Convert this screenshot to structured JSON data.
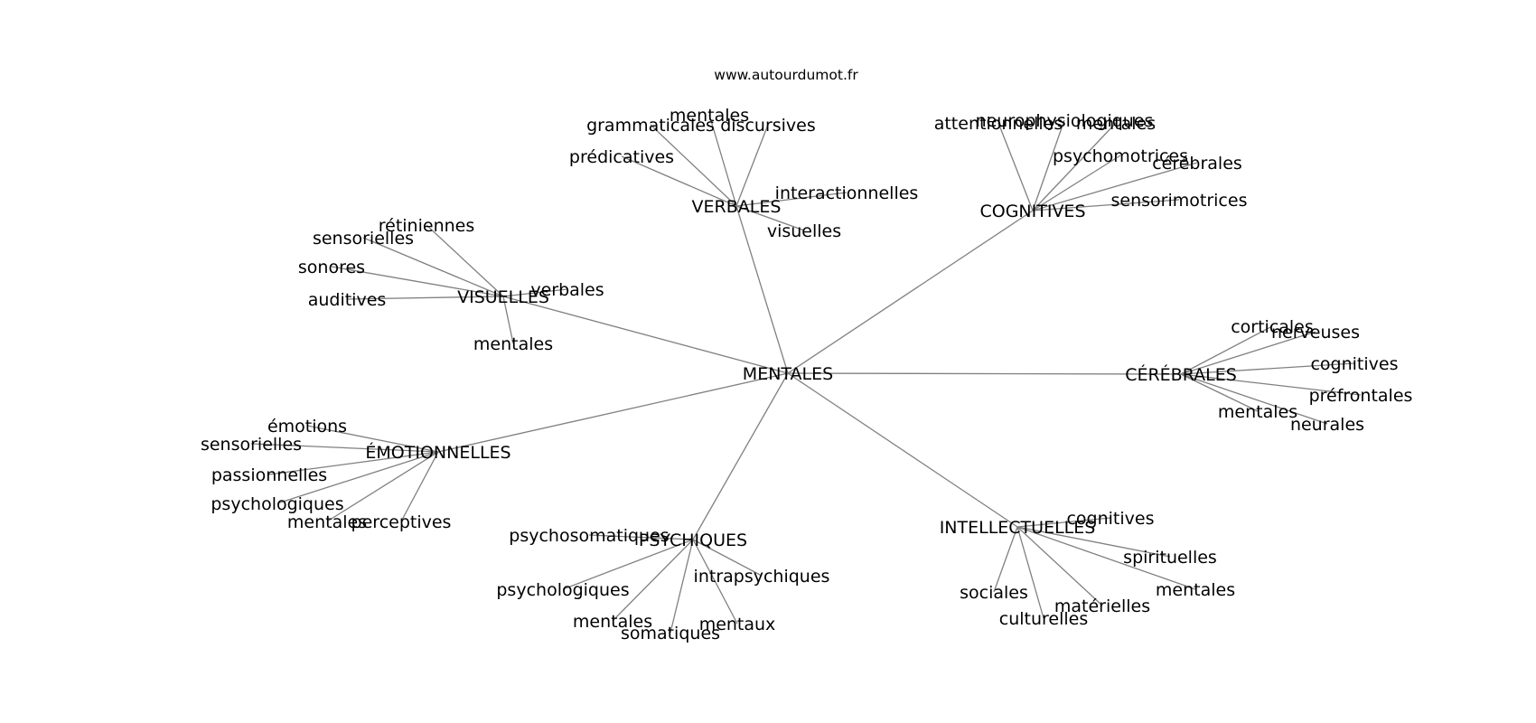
{
  "site": "www.autourdumot.fr",
  "center": "MENTALES",
  "groups": [
    {
      "hub": "VERBALES",
      "leaves": [
        "mentales",
        "grammaticales",
        "discursives",
        "prédicatives",
        "interactionnelles",
        "visuelles"
      ]
    },
    {
      "hub": "COGNITIVES",
      "leaves": [
        "attentionnelles",
        "neurophysiologiques",
        "mentales",
        "psychomotrices",
        "cérébrales",
        "sensorimotrices"
      ]
    },
    {
      "hub": "VISUELLES",
      "leaves": [
        "rétiniennes",
        "sensorielles",
        "sonores",
        "auditives",
        "verbales",
        "mentales"
      ]
    },
    {
      "hub": "CÉRÉBRALES",
      "leaves": [
        "corticales",
        "nerveuses",
        "cognitives",
        "préfrontales",
        "mentales",
        "neurales"
      ]
    },
    {
      "hub": "ÉMOTIONNELLES",
      "leaves": [
        "émotions",
        "sensorielles",
        "passionnelles",
        "psychologiques",
        "mentales",
        "perceptives"
      ]
    },
    {
      "hub": "PSYCHIQUES",
      "leaves": [
        "psychosomatiques",
        "intrapsychiques",
        "psychologiques",
        "mentales",
        "somatiques",
        "mentaux"
      ]
    },
    {
      "hub": "INTELLECTUELLES",
      "leaves": [
        "cognitives",
        "spirituelles",
        "mentales",
        "sociales",
        "matérielles",
        "culturelles"
      ]
    }
  ]
}
